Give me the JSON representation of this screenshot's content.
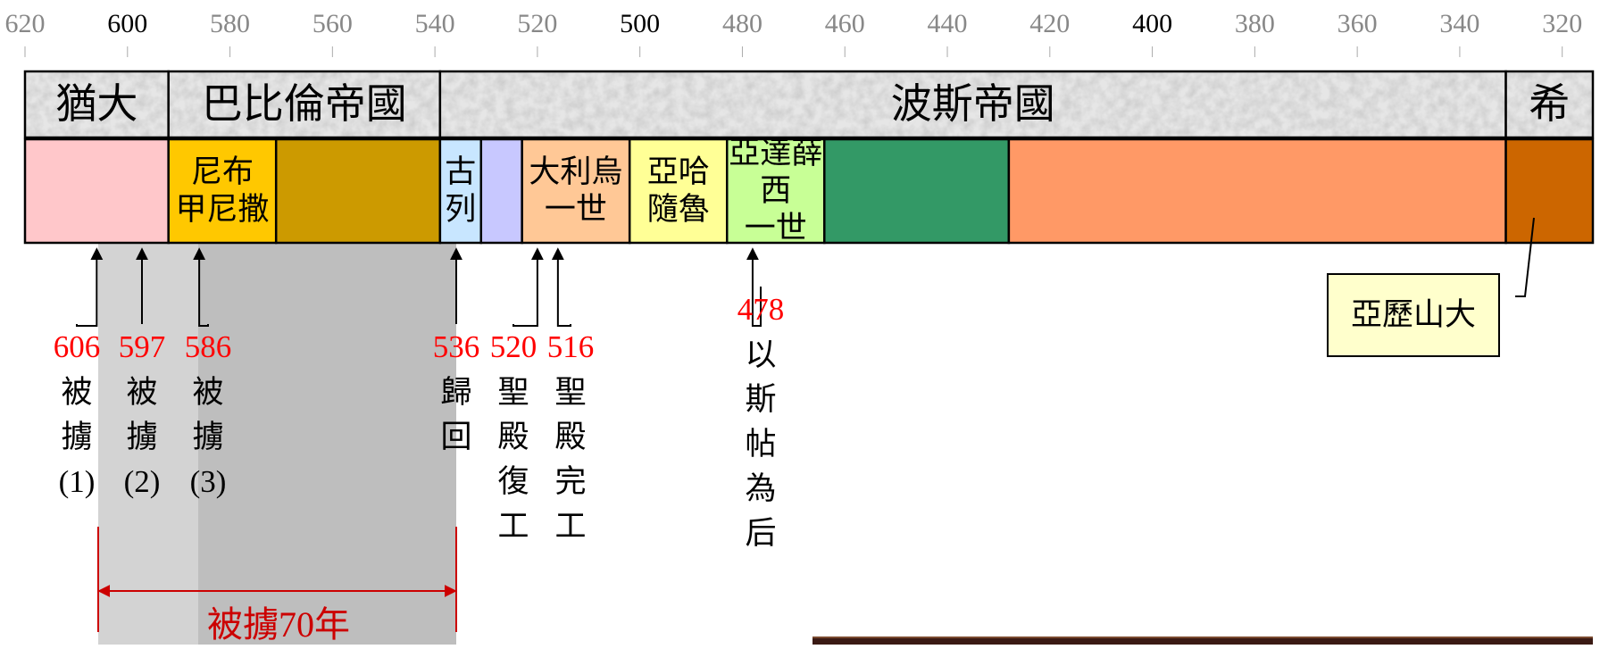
{
  "axis_years": [
    "620",
    "600",
    "580",
    "560",
    "540",
    "520",
    "500",
    "480",
    "460",
    "440",
    "420",
    "400",
    "380",
    "360",
    "340",
    "320"
  ],
  "kingdoms": [
    {
      "label": "猶大"
    },
    {
      "label": "巴比倫帝國"
    },
    {
      "label": "波斯帝國"
    },
    {
      "label": "希"
    }
  ],
  "rulers": [
    {
      "label": "",
      "color": "#FFC7CA"
    },
    {
      "label": "尼布\n甲尼撒",
      "color": "#FFC800"
    },
    {
      "label": "",
      "color": "#CC9A00"
    },
    {
      "label": "古\n列",
      "color": "#C8E6FF"
    },
    {
      "label": "",
      "color": "#C8C8FF"
    },
    {
      "label": "大利烏\n一世",
      "color": "#FFC896"
    },
    {
      "label": "亞哈\n隨魯",
      "color": "#FFFF96"
    },
    {
      "label": "亞達薛西\n一世",
      "color": "#C8FF96"
    },
    {
      "label": "",
      "color": "#339966"
    },
    {
      "label": "",
      "color": "#FF9966"
    },
    {
      "label": "",
      "color": "#CC6600"
    }
  ],
  "events": [
    {
      "year": "606",
      "text": "被\n擄\n(1)"
    },
    {
      "year": "597",
      "text": "被\n擄\n(2)"
    },
    {
      "year": "586",
      "text": "被\n擄\n(3)"
    },
    {
      "year": "536",
      "text": "歸\n回"
    },
    {
      "year": "520",
      "text": "聖\n殿\n復\n工"
    },
    {
      "year": "516",
      "text": "聖\n殿\n完\n工"
    },
    {
      "year": "478",
      "text": "以\n斯\n帖\n為\n后"
    }
  ],
  "alexander": "亞歷山大",
  "captivity_label": "被擄70年",
  "colors": {
    "event_year": "#FF0000",
    "captivity": "#CC0000",
    "header_bg": "#E6E6E6"
  }
}
